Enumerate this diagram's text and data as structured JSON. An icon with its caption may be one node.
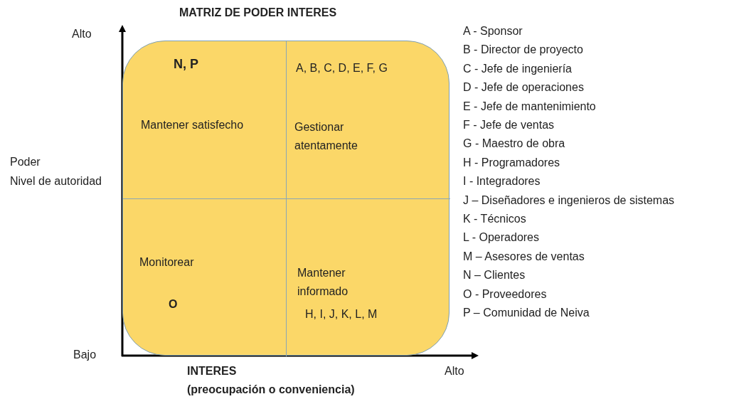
{
  "diagram": {
    "title": "MATRIZ DE PODER INTERES",
    "nodes": [
      {
        "text": [],
        "shape": "box"
      },
      {
        "text": [
          "N, P",
          "Mantener satisfecho"
        ],
        "in": 0
      },
      {
        "text": [
          "A, B, C, D, E, F, G",
          "Gestionar atentamente"
        ],
        "in": 0
      },
      {
        "text": [
          "Monitorear",
          "O"
        ],
        "in": 0
      },
      {
        "text": [
          "Mantener informado",
          "H, I, J, K, L, M"
        ],
        "in": 0
      }
    ],
    "edges": [],
    "labels": [
      "Alto",
      "Poder",
      "Nivel de autoridad",
      "Bajo",
      "INTERES",
      "(preocupación o conveniencia)",
      "Alto",
      "A - Sponsor",
      "B - Director de proyecto",
      "C - Jefe de ingeniería",
      "D - Jefe de operaciones",
      "E - Jefe de mantenimiento",
      "F - Jefe de ventas",
      "G - Maestro de obra",
      "H - Programadores",
      "I - Integradores",
      "J – Diseñadores e ingenieros de sistemas",
      "K - Técnicos",
      "L - Operadores",
      "M – Asesores de ventas",
      "N – Clientes",
      "O - Proveedores",
      "P – Comunidad de Neiva"
    ]
  }
}
